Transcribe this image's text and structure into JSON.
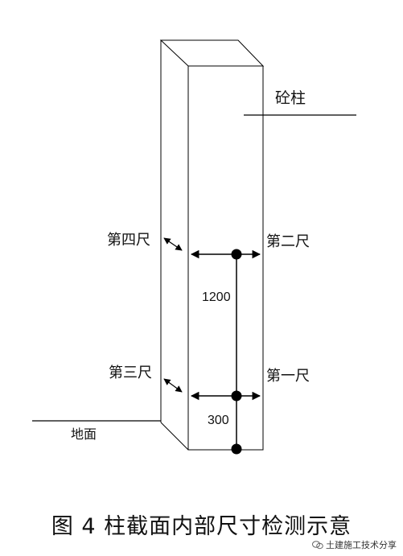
{
  "labels": {
    "column": "砼柱",
    "ruler4": "第四尺",
    "ruler2": "第二尺",
    "ruler3": "第三尺",
    "ruler1": "第一尺",
    "ground": "地面",
    "dim_upper": "1200",
    "dim_lower": "300"
  },
  "caption": "图 4  柱截面内部尺寸检测示意",
  "watermark": "土建施工技术分享",
  "colors": {
    "line": "#000000",
    "text": "#111111"
  },
  "icons": {
    "watermark": "wechat-icon"
  }
}
